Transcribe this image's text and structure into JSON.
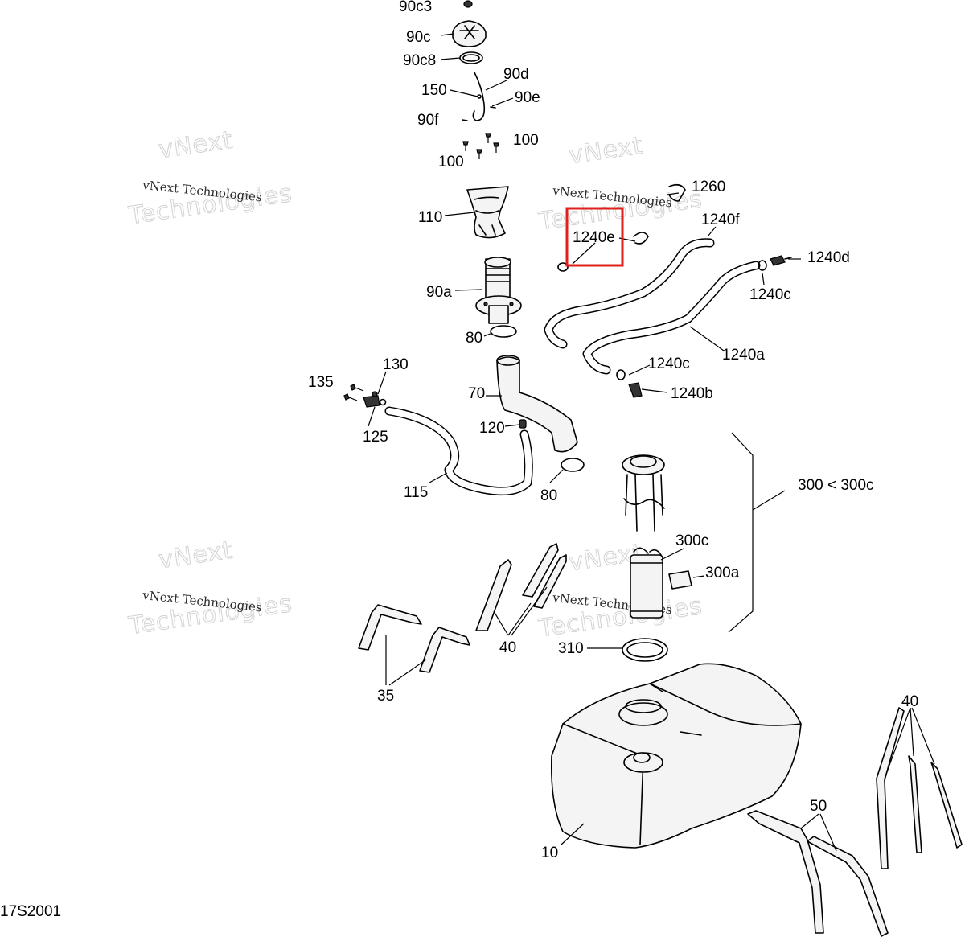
{
  "diagram": {
    "code": "17S2001",
    "highlight_color": "#e0201c",
    "watermark": {
      "line1": "vNext Technologies",
      "line2": "vNext",
      "line3": "Technologies"
    },
    "labels": {
      "l_90c3": "90c3",
      "l_90c": "90c",
      "l_90c8": "90c8",
      "l_90d": "90d",
      "l_150": "150",
      "l_90e": "90e",
      "l_90f": "90f",
      "l_100a": "100",
      "l_100b": "100",
      "l_110": "110",
      "l_90a": "90a",
      "l_80a": "80",
      "l_70": "70",
      "l_120": "120",
      "l_80b": "80",
      "l_130": "130",
      "l_135": "135",
      "l_125": "125",
      "l_115": "115",
      "l_1260": "1260",
      "l_1240f": "1240f",
      "l_1240e": "1240e",
      "l_1240d": "1240d",
      "l_1240c_a": "1240c",
      "l_1240a": "1240a",
      "l_1240c_b": "1240c",
      "l_1240b": "1240b",
      "l_300range": "300 < 300c",
      "l_300c": "300c",
      "l_300a": "300a",
      "l_310": "310",
      "l_40a": "40",
      "l_35": "35",
      "l_40b": "40",
      "l_50": "50",
      "l_10": "10"
    }
  }
}
